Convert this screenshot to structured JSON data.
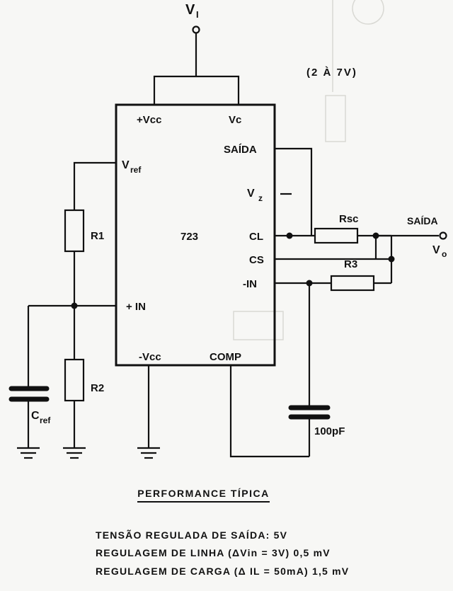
{
  "inputs": {
    "vi_label": "V",
    "vi_sub": "I",
    "range": "(2 À 7V)"
  },
  "ic": {
    "name": "723",
    "pins": {
      "plus_vcc": "+Vcc",
      "vc": "Vc",
      "saida": "SAÍDA",
      "vref": "V",
      "vref_sub": "ref",
      "vz": "V",
      "vz_sub": "z",
      "cl": "CL",
      "cs": "CS",
      "minus_in": "-IN",
      "plus_in": "+ IN",
      "minus_vcc": "-Vcc",
      "comp": "COMP"
    }
  },
  "components": {
    "r1": "R1",
    "r2": "R2",
    "r3": "R3",
    "rsc": "Rsc",
    "cref": "C",
    "cref_sub": "ref",
    "cap": "100pF"
  },
  "output": {
    "label": "SAÍDA",
    "vo": "V",
    "vo_sub": "o"
  },
  "performance": {
    "title": "PERFORMANCE TÍPICA",
    "lines": [
      "TENSÃO REGULADA DE SAÍDA: 5V",
      "REGULAGEM DE LINHA (ΔVin = 3V) 0,5 mV",
      "REGULAGEM DE CARGA (Δ IL = 50mA) 1,5 mV"
    ]
  }
}
